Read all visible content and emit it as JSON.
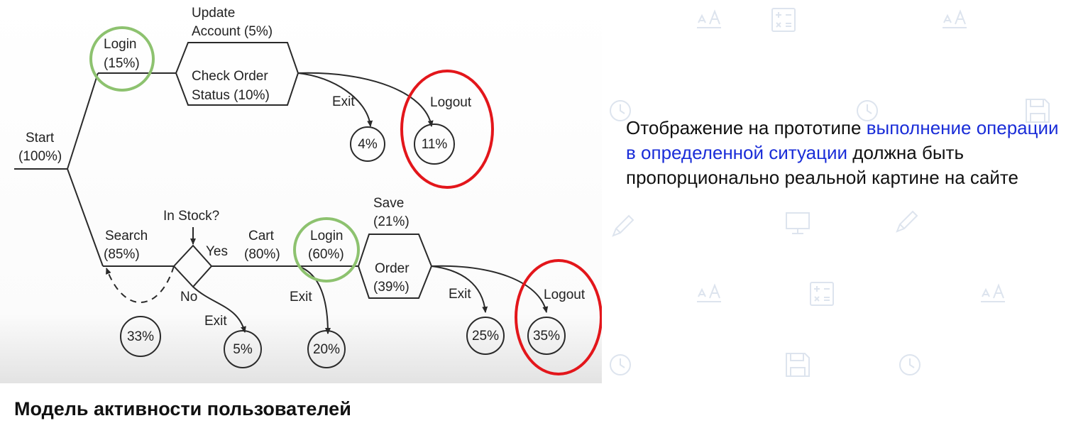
{
  "diagram": {
    "start": [
      "Start",
      "(100%)"
    ],
    "login_top": [
      "Login",
      "(15%)"
    ],
    "update_account": [
      "Update",
      "Account (5%)"
    ],
    "check_order": [
      "Check Order",
      "Status (10%)"
    ],
    "exit_top": "Exit",
    "logout_top": "Logout",
    "pct_4": "4%",
    "pct_11": "11%",
    "search": [
      "Search",
      "(85%)"
    ],
    "in_stock": "In Stock?",
    "yes": "Yes",
    "no": "No",
    "cart": [
      "Cart",
      "(80%)"
    ],
    "login_bottom": [
      "Login",
      "(60%)"
    ],
    "save": [
      "Save",
      "(21%)"
    ],
    "order": [
      "Order",
      "(39%)"
    ],
    "exit_no": "Exit",
    "exit_cart": "Exit",
    "exit_order": "Exit",
    "logout_bottom": "Logout",
    "pct_33": "33%",
    "pct_5": "5%",
    "pct_20": "20%",
    "pct_25": "25%",
    "pct_35": "35%"
  },
  "slide_text": {
    "part1": "Отображение на прототипе ",
    "highlight": "выполнение операции в определенной ситуации",
    "part2": " должна быть пропорционально реальной картине на сайте"
  },
  "caption": "Модель активности пользователей",
  "colors": {
    "green_circle": "#8dc26f",
    "red_circle": "#e3161b",
    "highlight_text": "#1a2dd8",
    "diagram_bg_bottom": "#e3e3e3"
  },
  "background_icons": [
    "font-size-icon",
    "calculator-icon",
    "clock-icon",
    "save-icon",
    "pencil-icon",
    "monitor-icon"
  ]
}
